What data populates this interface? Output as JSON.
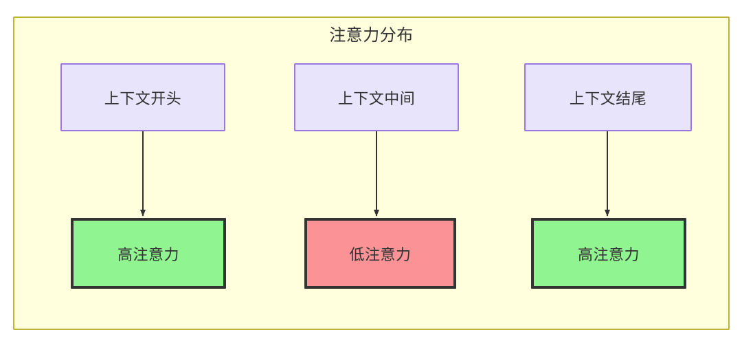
{
  "diagram": {
    "title": "注意力分布",
    "container": {
      "fill_color": "#ffffdd",
      "border_color": "#bdb437"
    },
    "nodes": {
      "context": [
        {
          "id": "ctx-start",
          "label": "上下文开头",
          "fill_color": "#e7e4fb",
          "border_color": "#9a78df"
        },
        {
          "id": "ctx-mid",
          "label": "上下文中间",
          "fill_color": "#e7e4fb",
          "border_color": "#9a78df"
        },
        {
          "id": "ctx-end",
          "label": "上下文结尾",
          "fill_color": "#e7e4fb",
          "border_color": "#9a78df"
        }
      ],
      "attention": [
        {
          "id": "att-high-1",
          "label": "高注意力",
          "fill_color": "#90f490",
          "border_color": "#333333"
        },
        {
          "id": "att-low",
          "label": "低注意力",
          "fill_color": "#fb9396",
          "border_color": "#333333"
        },
        {
          "id": "att-high-2",
          "label": "高注意力",
          "fill_color": "#90f490",
          "border_color": "#333333"
        }
      ]
    },
    "edges": [
      {
        "from": "ctx-start",
        "to": "att-high-1",
        "label": ""
      },
      {
        "from": "ctx-mid",
        "to": "att-low",
        "label": ""
      },
      {
        "from": "ctx-end",
        "to": "att-high-2",
        "label": ""
      }
    ],
    "edge_color": "#333333"
  }
}
